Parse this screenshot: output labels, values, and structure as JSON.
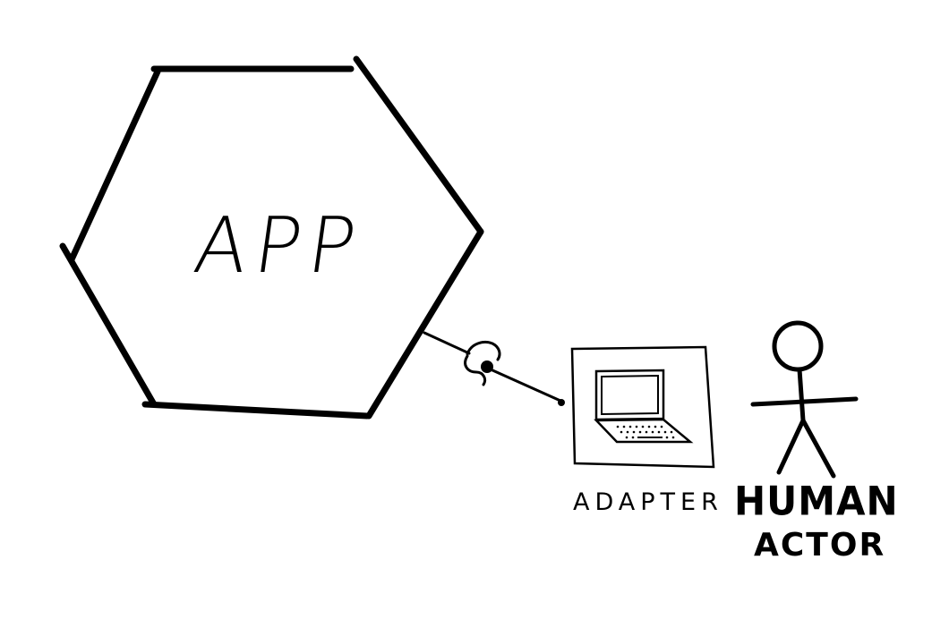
{
  "diagram": {
    "app_label": "APP",
    "adapter_label": "ADAPTER",
    "actor_label_line1": "HUMAN",
    "actor_label_line2": "ACTOR"
  },
  "colors": {
    "ink": "#000000",
    "background": "#ffffff"
  },
  "icons": {
    "adapter": "laptop-icon",
    "actor": "stick-figure-icon",
    "connector": "socket-plug-icon"
  }
}
